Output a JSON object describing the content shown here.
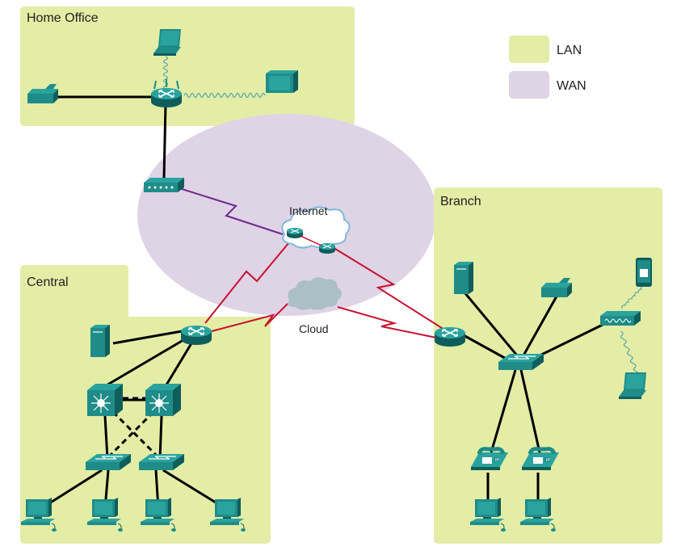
{
  "legend": {
    "items": [
      {
        "label": "LAN",
        "color": "#e3eda6"
      },
      {
        "label": "WAN",
        "color": "#dfd3e6"
      }
    ]
  },
  "regions": {
    "home_office": {
      "label": "Home Office"
    },
    "central": {
      "label": "Central"
    },
    "branch": {
      "label": "Branch"
    }
  },
  "wan": {
    "internet_label": "Internet",
    "cloud_label": "Cloud"
  },
  "colors": {
    "lan": "#e3eda6",
    "wan": "#dfd3e6",
    "device": "#1f8c88",
    "device_dark": "#0f5e5c",
    "link": "#000000",
    "serial_red": "#c8102e",
    "serial_purple": "#6b2a8c"
  }
}
